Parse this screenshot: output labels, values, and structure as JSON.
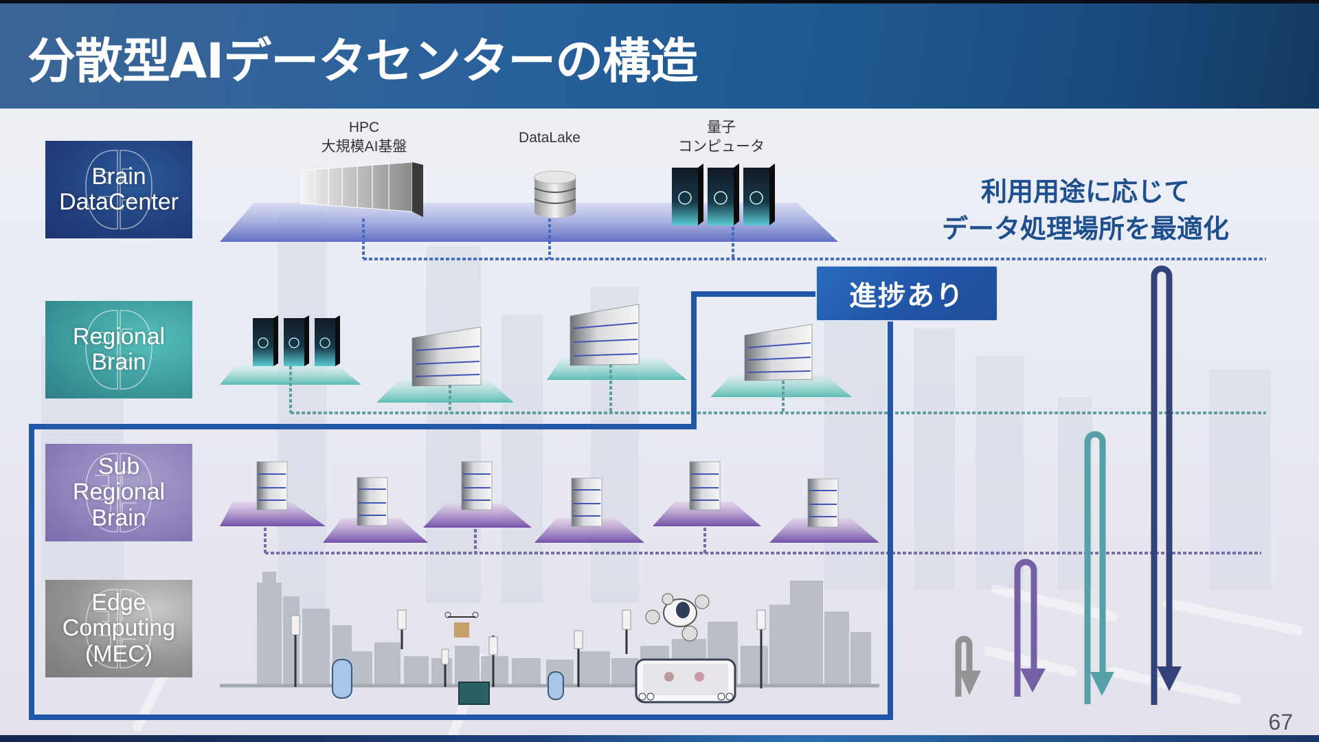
{
  "header": {
    "title": "分散型AIデータセンターの構造"
  },
  "tiers": [
    {
      "id": "brain-datacenter",
      "label": "Brain\nDataCenter",
      "color": "#22407e"
    },
    {
      "id": "regional-brain",
      "label": "Regional\nBrain",
      "color": "#3e9c9d"
    },
    {
      "id": "sub-regional-brain",
      "label": "Sub\nRegional\nBrain",
      "color": "#8a7bb8"
    },
    {
      "id": "edge-computing",
      "label": "Edge\nComputing\n(MEC)",
      "color": "#8c8c8c"
    }
  ],
  "brain_datacenter": {
    "items": [
      {
        "label": "HPC\n大規模AI基盤",
        "icon": "supercomputer-rack-icon"
      },
      {
        "label": "DataLake",
        "icon": "database-icon"
      },
      {
        "label": "量子\nコンピュータ",
        "icon": "quantum-computer-icon"
      }
    ]
  },
  "regional_brain": {
    "nodes": [
      "quantum-computer-icon",
      "server-rack-icon",
      "server-rack-icon",
      "server-rack-icon"
    ]
  },
  "sub_regional_brain": {
    "node_count": 6
  },
  "edge": {
    "elements": [
      "city-skyline",
      "antenna-icon",
      "delivery-robot-icon",
      "drone-icon",
      "autonomous-shuttle-icon",
      "air-taxi-icon"
    ]
  },
  "side_message": "利用用途に応じて\nデータ処理場所を最適化",
  "progress_badge": "進捗あり",
  "arrows": [
    {
      "name": "edge-loop-arrow",
      "color": "#939393",
      "reaches_tier": "edge-computing"
    },
    {
      "name": "sub-regional-loop-arrow",
      "color": "#7560a6",
      "reaches_tier": "sub-regional-brain"
    },
    {
      "name": "regional-loop-arrow",
      "color": "#56a1a8",
      "reaches_tier": "regional-brain"
    },
    {
      "name": "datacenter-loop-arrow",
      "color": "#33437a",
      "reaches_tier": "brain-datacenter"
    }
  ],
  "colors": {
    "datacenter_line": "#4a6cc0",
    "regional_line": "#5f9ea3",
    "sub_regional_line": "#7a6aa8",
    "progress_border": "#2256a8"
  },
  "page_number": "67"
}
